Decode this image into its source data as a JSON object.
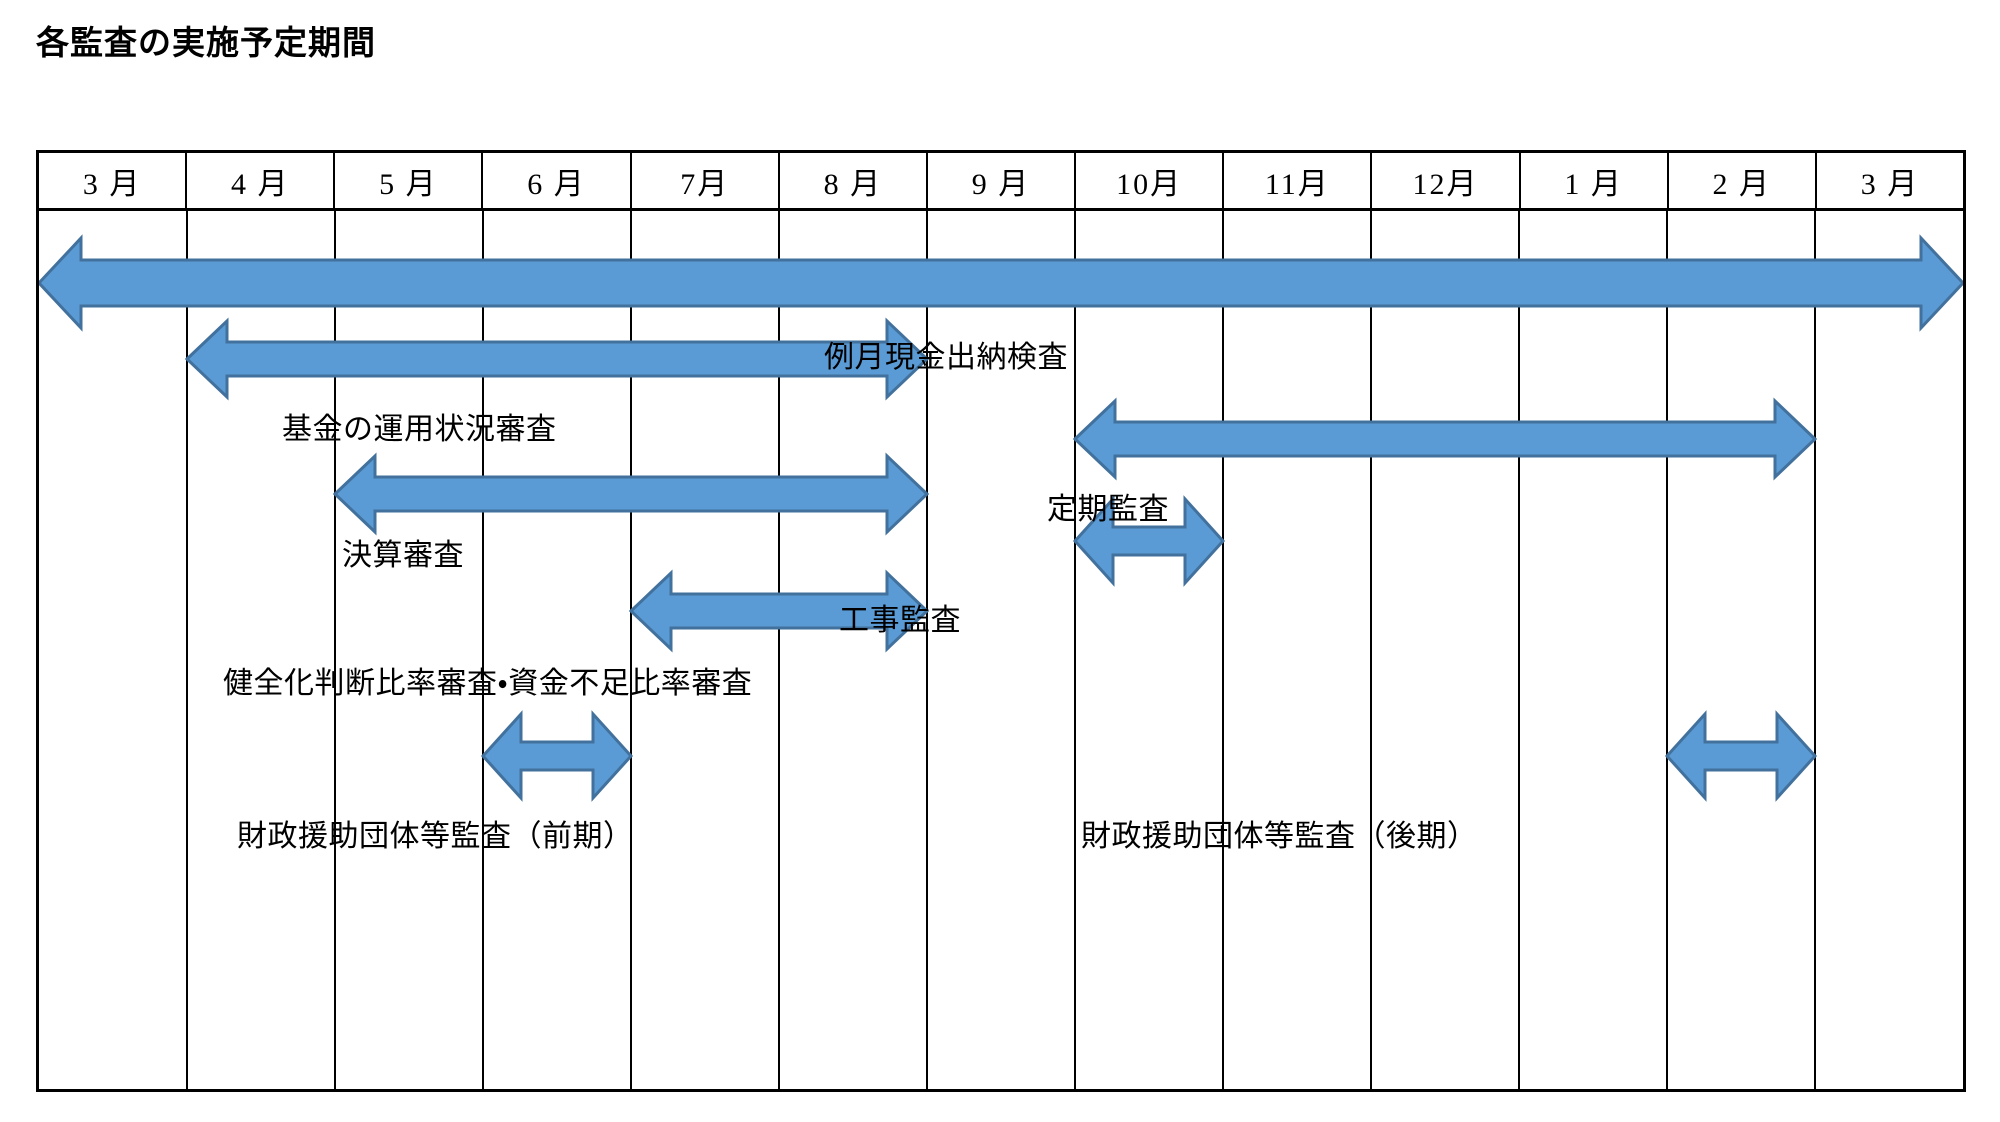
{
  "page": {
    "title": "各監査の実施予定期間"
  },
  "colors": {
    "arrow_fill": "#5B9BD5",
    "arrow_stroke": "#41719C",
    "grid_line": "#000000",
    "frame": "#000000",
    "background": "#FFFFFF",
    "text": "#000000"
  },
  "table": {
    "month_headers": [
      "3 月",
      "4 月",
      "5 月",
      "6 月",
      "7月",
      "8 月",
      "9 月",
      "10月",
      "11月",
      "12月",
      "1 月",
      "2 月",
      "3 月"
    ]
  },
  "chart_data": {
    "type": "bar",
    "title": "各監査の実施予定期間",
    "xlabel": "",
    "ylabel": "",
    "grid": true,
    "legend": "none",
    "categories": [
      "3 月",
      "4 月",
      "5 月",
      "6 月",
      "7月",
      "8 月",
      "9 月",
      "10月",
      "11月",
      "12月",
      "1 月",
      "2 月",
      "3 月"
    ],
    "tasks": [
      {
        "name": "例月現金出納検査",
        "label": "例月現金出納検査",
        "start_month": "3 月",
        "end_month": "3 月",
        "start_index": 0,
        "end_index": 13,
        "duration_months": 13,
        "arrow": "double",
        "row": 1
      },
      {
        "name": "基金の運用状況審査",
        "label": "基金の運用状況審査",
        "start_month": "4 月",
        "end_month": "8 月",
        "start_index": 1,
        "end_index": 6,
        "duration_months": 5,
        "arrow": "double",
        "row": 2
      },
      {
        "name": "決算審査",
        "label": "決算審査",
        "start_month": "5 月",
        "end_month": "8 月",
        "start_index": 2,
        "end_index": 6,
        "duration_months": 4,
        "arrow": "double",
        "row": 3
      },
      {
        "name": "健全化判断比率審査・資金不足比率審査",
        "label": "健全化判断比率審査・資金不足比率審査",
        "start_month": "7月",
        "end_month": "8 月",
        "start_index": 4,
        "end_index": 6,
        "duration_months": 2,
        "arrow": "double",
        "row": 4
      },
      {
        "name": "定期監査",
        "label": "定期監査",
        "start_month": "10月",
        "end_month": "2 月",
        "start_index": 7,
        "end_index": 12,
        "duration_months": 5,
        "arrow": "double",
        "row": 2
      },
      {
        "name": "工事監査",
        "label": "工事監査",
        "start_month": "10月",
        "end_month": "10月",
        "start_index": 7,
        "end_index": 8,
        "duration_months": 1,
        "arrow": "double",
        "row": 3
      },
      {
        "name": "財政援助団体等監査（前期）",
        "label": "財政援助団体等監査（前期）",
        "start_month": "6 月",
        "end_month": "6 月",
        "start_index": 3,
        "end_index": 4,
        "duration_months": 1,
        "arrow": "double",
        "row": 5
      },
      {
        "name": "財政援助団体等監査（後期）",
        "label": "財政援助団体等監査（後期）",
        "start_month": "2 月",
        "end_month": "2 月",
        "start_index": 11,
        "end_index": 12,
        "duration_months": 1,
        "arrow": "double",
        "row": 5
      }
    ]
  },
  "labels": {
    "reigetsu": "例月現金出納検査",
    "kikin": "基金の運用状況審査",
    "kessan": "決算審査",
    "kenzenka": "健全化判断比率審査・資金不足比率審査",
    "teiki": "定期監査",
    "koji": "工事監査",
    "zaisei_zenki": "財政援助団体等監査（前期）",
    "zaisei_koki": "財政援助団体等監査（後期）"
  }
}
